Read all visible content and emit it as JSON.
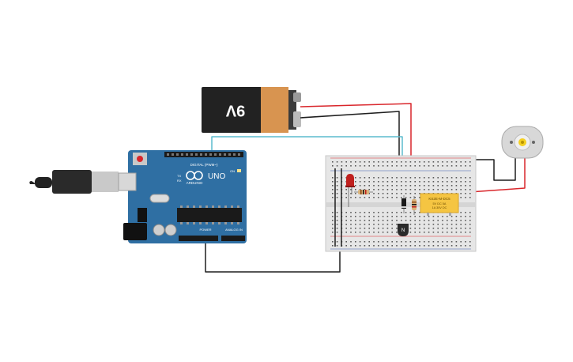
{
  "battery": {
    "label": "9V"
  },
  "arduino": {
    "brand": "ARDUINO",
    "model": "UNO",
    "digital_label": "DIGITAL (PWM~)",
    "power_label": "POWER",
    "analog_label": "ANALOG IN",
    "tx_label": "TX",
    "rx_label": "RX",
    "on_label": "ON"
  },
  "relay": {
    "title": "KS2E-M-DC5",
    "line1": "5V DC 5A",
    "line2": "1A 30V DC"
  },
  "colors": {
    "wire_red": "#d9262b",
    "wire_black": "#1f1f1f",
    "wire_cyan": "#5bbccd",
    "arduino_blue": "#2f6fa3",
    "battery_orange": "#d89450",
    "relay_yellow": "#f5c542",
    "led_red": "#c0201e"
  },
  "icons": {
    "usb": "usb-cable-icon",
    "led": "led-icon",
    "motor": "dc-motor-icon",
    "transistor": "transistor-icon",
    "diode": "diode-icon",
    "resistor": "resistor-icon"
  }
}
